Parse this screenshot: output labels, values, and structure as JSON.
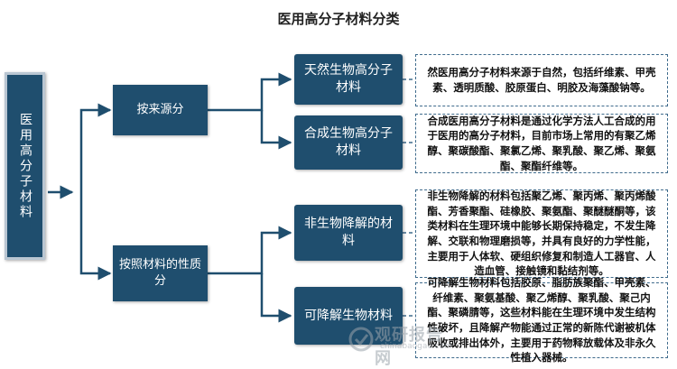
{
  "title": "医用高分子材料分类",
  "root": "医用高分子材料",
  "categories": [
    {
      "label": "按来源分",
      "children": [
        {
          "label": "天然生物高分子材料",
          "desc": "然医用高分子材料来源于自然，包括纤维素、甲壳素、透明质酸、胶原蛋白、明胶及海藻酸钠等。"
        },
        {
          "label": "合成生物高分子材料",
          "desc": "合成医用高分子材料是通过化学方法人工合成的用于医用的高分子材料，目前市场上常用的有聚乙烯醇、聚碳酸酯、聚氯乙烯、聚乳酸、聚乙烯、聚氨酯、聚酯纤维等。"
        }
      ]
    },
    {
      "label": "按照材料的性质分",
      "children": [
        {
          "label": "非生物降解的材料",
          "desc": "非生物降解的材料包括聚乙烯、聚丙烯、聚丙烯酸酯、芳香聚酯、硅橡胶、聚氨酯、聚醚醚酮等，该类材料在生理环境中能够长期保持稳定，不发生降解、交联和物理磨损等，并具有良好的力学性能，主要用于人体软、硬组织修复和制造人工器官、人造血管、接触镜和黏结剂等。"
        },
        {
          "label": "可降解生物材料",
          "desc": "可降解生物材料包括胶原、脂肪族聚酯、甲壳素、纤维素、聚氨基酸、聚乙烯醇、聚乳酸、聚己内酯、聚磷腈等，这些材料能在生理环境中发生结构性破坏，且降解产物能通过正常的新陈代谢被机体吸收或排出体外，主要用于药物释放载体及非永久性植入器械。"
        }
      ]
    }
  ],
  "watermark": {
    "main": "观研报告网",
    "sub": "chinabaogao.com"
  },
  "colors": {
    "node_fill": "#1f4e6e",
    "connector": "#1f4e6e",
    "desc_border": "#3f6b8c"
  }
}
